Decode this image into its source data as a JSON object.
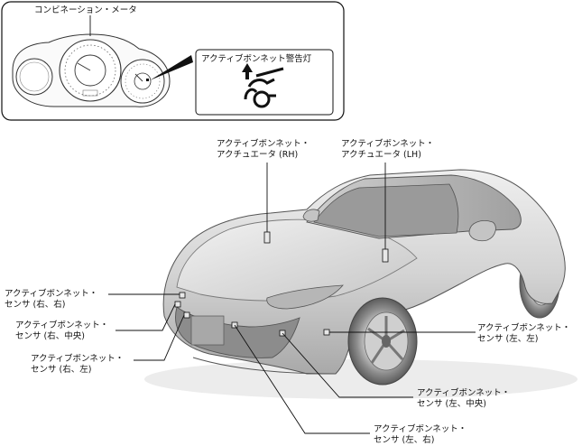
{
  "meter_panel": {
    "title": "コンビネーション・メータ",
    "warning_label": "アクティブボンネット警告灯",
    "warning_icon": "active-bonnet-warning-icon"
  },
  "callouts": {
    "actuator_rh": {
      "line1": "アクティブボンネット・",
      "line2": "アクチュエータ (RH)"
    },
    "actuator_lh": {
      "line1": "アクティブボンネット・",
      "line2": "アクチュエータ (LH)"
    },
    "sensor_right_right": {
      "line1": "アクティブボンネット・",
      "line2": "センサ (右、右)"
    },
    "sensor_right_center": {
      "line1": "アクティブボンネット・",
      "line2": "センサ (右、中央)"
    },
    "sensor_right_left": {
      "line1": "アクティブボンネット・",
      "line2": "センサ (右、左)"
    },
    "sensor_left_left": {
      "line1": "アクティブボンネット・",
      "line2": "センサ (左、左)"
    },
    "sensor_left_center": {
      "line1": "アクティブボンネット・",
      "line2": "センサ (左、中央)"
    },
    "sensor_left_right": {
      "line1": "アクティブボンネット・",
      "line2": "センサ (左、右)"
    }
  },
  "colors": {
    "car_body": "#d9d9d9",
    "car_shadow": "#a8a8a8",
    "car_dark": "#6e6e6e",
    "line": "#111111"
  }
}
